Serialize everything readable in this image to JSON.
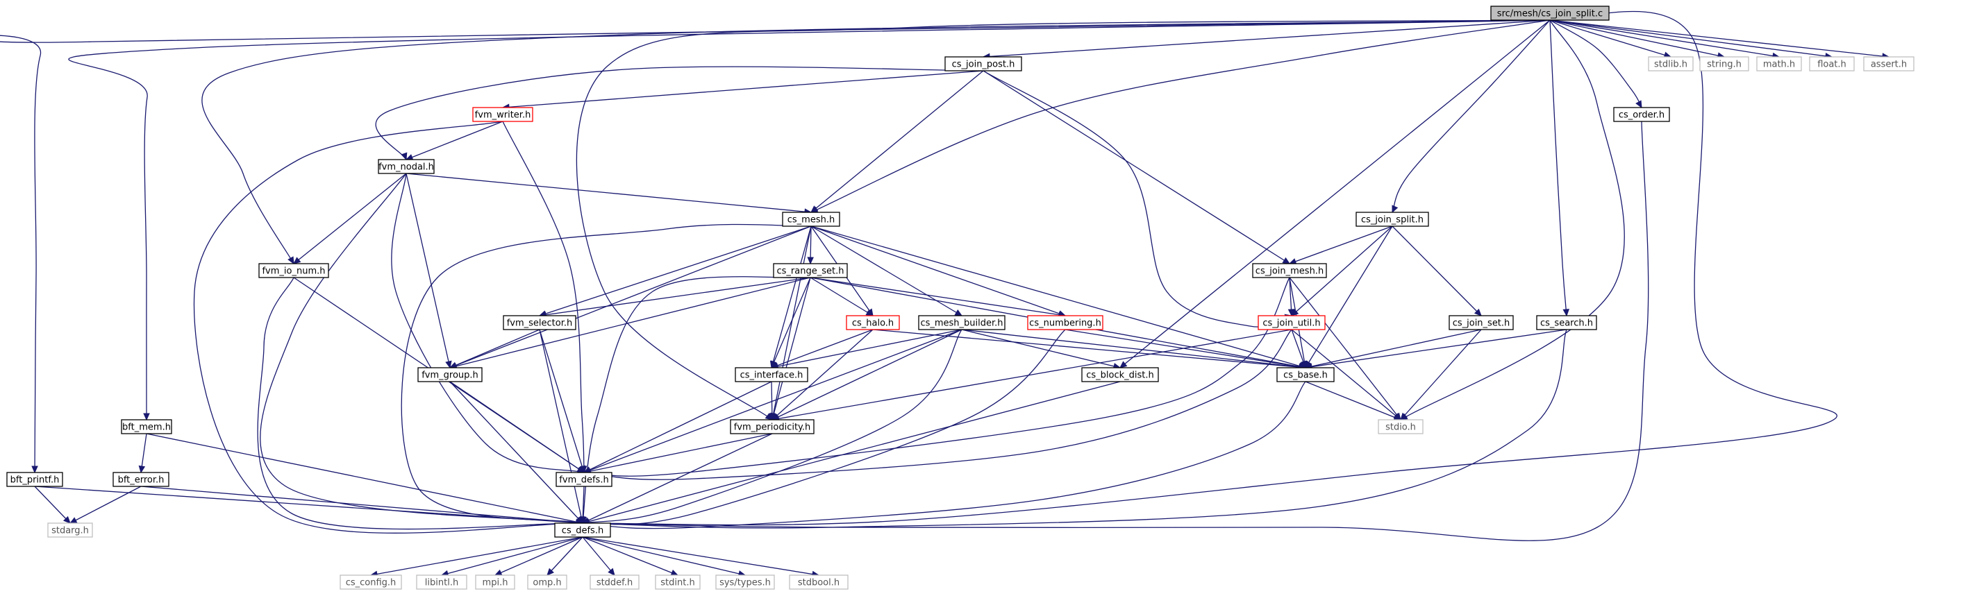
{
  "colors": {
    "edge": "#191970",
    "normal_border": "#000000",
    "truncated_border": "#ff0000",
    "system_border": "#bfbfbf",
    "root_fill": "#bfbfbf",
    "system_text": "#555555"
  },
  "nodes": {
    "root": "src/mesh/cs_join_split.c",
    "bft_printf": "bft_printf.h",
    "bft_mem": "bft_mem.h",
    "bft_error": "bft_error.h",
    "stdarg": "stdarg.h",
    "fvm_io_num": "fvm_io_num.h",
    "cs_join_post": "cs_join_post.h",
    "fvm_writer": "fvm_writer.h",
    "fvm_nodal": "fvm_nodal.h",
    "cs_mesh": "cs_mesh.h",
    "cs_range_set": "cs_range_set.h",
    "fvm_selector": "fvm_selector.h",
    "fvm_group": "fvm_group.h",
    "cs_halo": "cs_halo.h",
    "cs_interface": "cs_interface.h",
    "cs_mesh_builder": "cs_mesh_builder.h",
    "cs_numbering": "cs_numbering.h",
    "cs_block_dist": "cs_block_dist.h",
    "fvm_periodicity": "fvm_periodicity.h",
    "fvm_defs": "fvm_defs.h",
    "cs_defs": "cs_defs.h",
    "cs_join_split": "cs_join_split.h",
    "cs_join_mesh": "cs_join_mesh.h",
    "cs_join_util": "cs_join_util.h",
    "cs_join_set": "cs_join_set.h",
    "cs_search": "cs_search.h",
    "cs_base": "cs_base.h",
    "stdio": "stdio.h",
    "cs_order": "cs_order.h",
    "stdlib": "stdlib.h",
    "string": "string.h",
    "math": "math.h",
    "float": "float.h",
    "assert": "assert.h",
    "cs_config": "cs_config.h",
    "libintl": "libintl.h",
    "mpi": "mpi.h",
    "omp": "omp.h",
    "stddef": "stddef.h",
    "stdint": "stdint.h",
    "sys_types": "sys/types.h",
    "stdbool": "stdbool.h"
  },
  "edges": [
    [
      "root",
      "bft_printf"
    ],
    [
      "root",
      "bft_mem"
    ],
    [
      "root",
      "fvm_io_num"
    ],
    [
      "root",
      "cs_join_post"
    ],
    [
      "root",
      "fvm_periodicity"
    ],
    [
      "root",
      "cs_mesh"
    ],
    [
      "root",
      "cs_block_dist"
    ],
    [
      "root",
      "cs_join_split"
    ],
    [
      "root",
      "cs_order"
    ],
    [
      "root",
      "cs_search"
    ],
    [
      "root",
      "stdio"
    ],
    [
      "root",
      "cs_defs"
    ],
    [
      "root",
      "stdlib"
    ],
    [
      "root",
      "string"
    ],
    [
      "root",
      "math"
    ],
    [
      "root",
      "float"
    ],
    [
      "root",
      "assert"
    ],
    [
      "cs_join_post",
      "fvm_writer"
    ],
    [
      "cs_join_post",
      "fvm_nodal"
    ],
    [
      "cs_join_post",
      "cs_mesh"
    ],
    [
      "cs_join_post",
      "cs_join_util"
    ],
    [
      "cs_join_post",
      "cs_join_mesh"
    ],
    [
      "fvm_writer",
      "fvm_nodal"
    ],
    [
      "fvm_writer",
      "cs_defs"
    ],
    [
      "fvm_writer",
      "fvm_defs"
    ],
    [
      "fvm_nodal",
      "cs_mesh"
    ],
    [
      "fvm_nodal",
      "fvm_io_num"
    ],
    [
      "fvm_nodal",
      "cs_defs"
    ],
    [
      "fvm_nodal",
      "fvm_group"
    ],
    [
      "fvm_nodal",
      "fvm_defs"
    ],
    [
      "cs_mesh",
      "cs_range_set"
    ],
    [
      "cs_mesh",
      "fvm_selector"
    ],
    [
      "cs_mesh",
      "fvm_group"
    ],
    [
      "cs_mesh",
      "cs_halo"
    ],
    [
      "cs_mesh",
      "cs_interface"
    ],
    [
      "cs_mesh",
      "cs_mesh_builder"
    ],
    [
      "cs_mesh",
      "cs_numbering"
    ],
    [
      "cs_mesh",
      "fvm_periodicity"
    ],
    [
      "cs_mesh",
      "cs_base"
    ],
    [
      "cs_mesh",
      "cs_defs"
    ],
    [
      "cs_range_set",
      "fvm_group"
    ],
    [
      "cs_range_set",
      "fvm_selector"
    ],
    [
      "cs_range_set",
      "cs_halo"
    ],
    [
      "cs_range_set",
      "cs_interface"
    ],
    [
      "cs_range_set",
      "cs_numbering"
    ],
    [
      "cs_range_set",
      "fvm_periodicity"
    ],
    [
      "cs_range_set",
      "cs_base"
    ],
    [
      "cs_range_set",
      "cs_defs"
    ],
    [
      "fvm_selector",
      "fvm_group"
    ],
    [
      "fvm_selector",
      "fvm_defs"
    ],
    [
      "fvm_selector",
      "cs_defs"
    ],
    [
      "fvm_group",
      "fvm_defs"
    ],
    [
      "fvm_group",
      "cs_defs"
    ],
    [
      "cs_halo",
      "cs_interface"
    ],
    [
      "cs_halo",
      "fvm_periodicity"
    ],
    [
      "cs_halo",
      "cs_base"
    ],
    [
      "cs_interface",
      "fvm_periodicity"
    ],
    [
      "cs_interface",
      "fvm_defs"
    ],
    [
      "cs_mesh_builder",
      "cs_interface"
    ],
    [
      "cs_mesh_builder",
      "fvm_periodicity"
    ],
    [
      "cs_mesh_builder",
      "cs_block_dist"
    ],
    [
      "cs_mesh_builder",
      "cs_base"
    ],
    [
      "cs_mesh_builder",
      "cs_defs"
    ],
    [
      "cs_mesh_builder",
      "fvm_defs"
    ],
    [
      "cs_numbering",
      "cs_base"
    ],
    [
      "cs_numbering",
      "cs_defs"
    ],
    [
      "cs_block_dist",
      "cs_defs"
    ],
    [
      "fvm_periodicity",
      "fvm_defs"
    ],
    [
      "fvm_periodicity",
      "cs_defs"
    ],
    [
      "fvm_defs",
      "cs_defs"
    ],
    [
      "fvm_io_num",
      "fvm_defs"
    ],
    [
      "fvm_io_num",
      "cs_defs"
    ],
    [
      "bft_mem",
      "bft_error"
    ],
    [
      "bft_mem",
      "cs_defs"
    ],
    [
      "bft_error",
      "stdarg"
    ],
    [
      "bft_error",
      "cs_defs"
    ],
    [
      "bft_printf",
      "stdarg"
    ],
    [
      "bft_printf",
      "cs_defs"
    ],
    [
      "cs_join_split",
      "cs_join_mesh"
    ],
    [
      "cs_join_split",
      "cs_join_util"
    ],
    [
      "cs_join_split",
      "cs_join_set"
    ],
    [
      "cs_join_split",
      "cs_base"
    ],
    [
      "cs_join_mesh",
      "cs_join_util"
    ],
    [
      "cs_join_mesh",
      "cs_base"
    ],
    [
      "cs_join_mesh",
      "stdio"
    ],
    [
      "cs_join_mesh",
      "fvm_defs"
    ],
    [
      "cs_join_util",
      "cs_base"
    ],
    [
      "cs_join_util",
      "stdio"
    ],
    [
      "cs_join_util",
      "fvm_periodicity"
    ],
    [
      "cs_join_util",
      "fvm_defs"
    ],
    [
      "cs_join_set",
      "cs_base"
    ],
    [
      "cs_join_set",
      "stdio"
    ],
    [
      "cs_search",
      "cs_base"
    ],
    [
      "cs_search",
      "cs_defs"
    ],
    [
      "cs_base",
      "stdio"
    ],
    [
      "cs_base",
      "cs_defs"
    ],
    [
      "cs_order",
      "cs_defs"
    ],
    [
      "cs_defs",
      "cs_config"
    ],
    [
      "cs_defs",
      "libintl"
    ],
    [
      "cs_defs",
      "mpi"
    ],
    [
      "cs_defs",
      "omp"
    ],
    [
      "cs_defs",
      "stddef"
    ],
    [
      "cs_defs",
      "stdint"
    ],
    [
      "cs_defs",
      "sys_types"
    ],
    [
      "cs_defs",
      "stdbool"
    ]
  ]
}
